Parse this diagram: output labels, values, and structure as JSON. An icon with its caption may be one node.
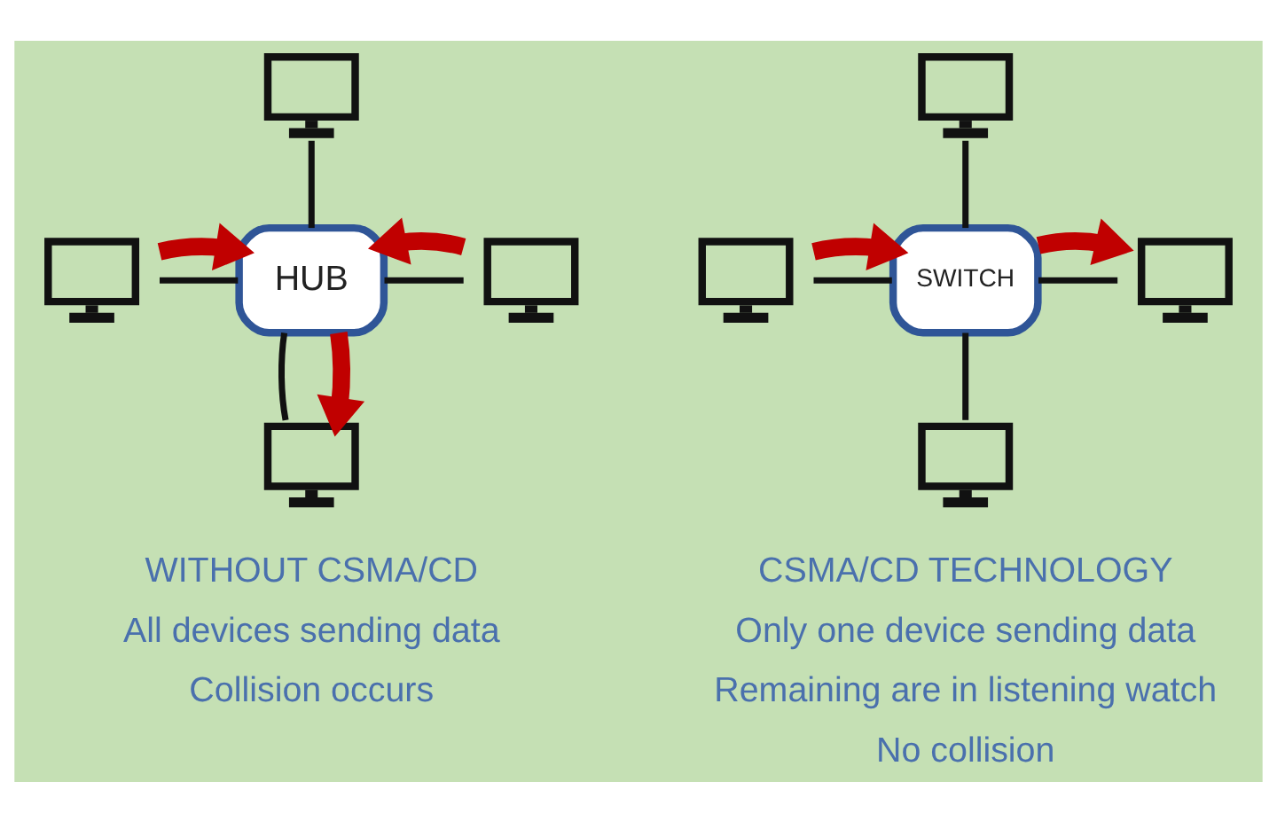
{
  "diagram": {
    "nodes": [
      {
        "text": [],
        "shape": "monitor"
      },
      {
        "text": [],
        "shape": "monitor"
      },
      {
        "text": [
          "HUB"
        ]
      },
      {
        "text": [],
        "shape": "monitor"
      },
      {
        "text": [],
        "shape": "monitor"
      },
      {
        "text": [],
        "shape": "monitor"
      },
      {
        "text": [],
        "shape": "monitor"
      },
      {
        "text": [
          "SWITCH"
        ]
      },
      {
        "text": [],
        "shape": "monitor"
      },
      {
        "text": [],
        "shape": "monitor"
      }
    ],
    "edges": [
      {
        "from": 0,
        "to": 2,
        "arrow": "none"
      },
      {
        "from": 1,
        "to": 2,
        "arrow": "none"
      },
      {
        "from": 2,
        "to": 3,
        "arrow": "none"
      },
      {
        "from": 2,
        "to": 4,
        "arrow": "none"
      },
      {
        "from": 1,
        "to": 2,
        "arrow": "to",
        "style": "thick",
        "color": "#c00000"
      },
      {
        "from": 3,
        "to": 2,
        "arrow": "to",
        "style": "thick",
        "color": "#c00000"
      },
      {
        "from": 2,
        "to": 4,
        "arrow": "to",
        "style": "thick",
        "color": "#c00000"
      },
      {
        "from": 5,
        "to": 7,
        "arrow": "none"
      },
      {
        "from": 6,
        "to": 7,
        "arrow": "none"
      },
      {
        "from": 7,
        "to": 8,
        "arrow": "none"
      },
      {
        "from": 7,
        "to": 9,
        "arrow": "none"
      },
      {
        "from": 6,
        "to": 7,
        "arrow": "to",
        "style": "thick",
        "color": "#c00000"
      },
      {
        "from": 7,
        "to": 8,
        "arrow": "to",
        "style": "thick",
        "color": "#c00000"
      }
    ],
    "labels": [
      "WITHOUT CSMA/CD",
      "All devices sending data",
      "Collision occurs",
      "CSMA/CD TECHNOLOGY",
      "Only one device sending data",
      "Remaining are in listening watch",
      "No collision"
    ]
  }
}
